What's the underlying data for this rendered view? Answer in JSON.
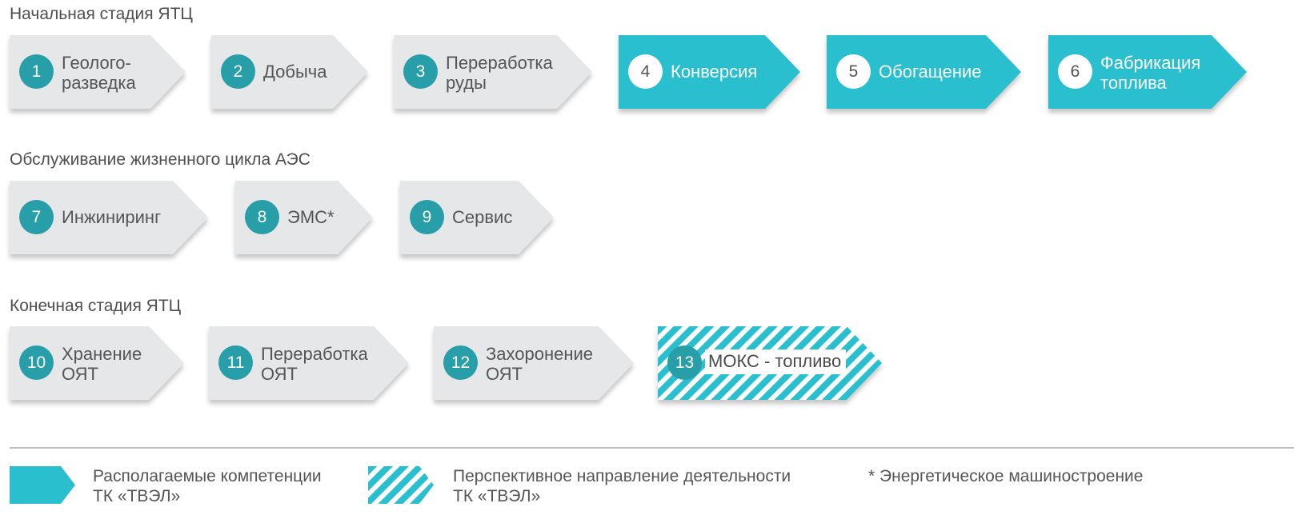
{
  "colors": {
    "teal": "#29bfcf",
    "gray": "#e6e7e8",
    "badge_teal": "#279ea8",
    "text": "#555555"
  },
  "sections": [
    {
      "title": "Начальная стадия ЯТЦ",
      "steps": [
        {
          "num": "1",
          "line1": "Геолого-",
          "line2": "разведка",
          "style": "gray"
        },
        {
          "num": "2",
          "line1": "Добыча",
          "line2": "",
          "style": "gray"
        },
        {
          "num": "3",
          "line1": "Переработка",
          "line2": "руды",
          "style": "gray"
        },
        {
          "num": "4",
          "line1": "Конверсия",
          "line2": "",
          "style": "teal"
        },
        {
          "num": "5",
          "line1": "Обогащение",
          "line2": "",
          "style": "teal"
        },
        {
          "num": "6",
          "line1": "Фабрикация",
          "line2": "топлива",
          "style": "teal"
        }
      ]
    },
    {
      "title": "Обслуживание жизненного цикла АЭС",
      "steps": [
        {
          "num": "7",
          "line1": "Инжиниринг",
          "line2": "",
          "style": "gray"
        },
        {
          "num": "8",
          "line1": "ЭМС*",
          "line2": "",
          "style": "gray"
        },
        {
          "num": "9",
          "line1": "Сервис",
          "line2": "",
          "style": "gray"
        }
      ]
    },
    {
      "title": "Конечная стадия ЯТЦ",
      "steps": [
        {
          "num": "10",
          "line1": "Хранение",
          "line2": "ОЯТ",
          "style": "gray"
        },
        {
          "num": "11",
          "line1": "Переработка",
          "line2": "ОЯТ",
          "style": "gray"
        },
        {
          "num": "12",
          "line1": "Захоронение",
          "line2": "ОЯТ",
          "style": "gray"
        },
        {
          "num": "13",
          "line1": "МОКС - топливо",
          "line2": "",
          "style": "striped"
        }
      ]
    }
  ],
  "legend": {
    "available_line1": "Располагаемые компетенции",
    "available_line2": "ТК «ТВЭЛ»",
    "prospective_line1": "Перспективное направление деятельности",
    "prospective_line2": "ТК «ТВЭЛ»",
    "footnote": "* Энергетическое машиностроение"
  }
}
